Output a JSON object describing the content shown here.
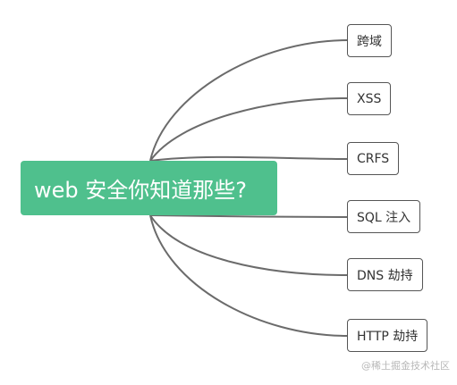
{
  "mindmap": {
    "root": {
      "label": "web 安全你知道那些?",
      "color": "#4fc08d"
    },
    "branches": [
      {
        "label": "跨域"
      },
      {
        "label": "XSS"
      },
      {
        "label": "CRFS"
      },
      {
        "label": "SQL 注入"
      },
      {
        "label": "DNS 劫持"
      },
      {
        "label": "HTTP 劫持"
      }
    ],
    "line_color": "#6b6b6b"
  },
  "watermark": "@稀土掘金技术社区"
}
